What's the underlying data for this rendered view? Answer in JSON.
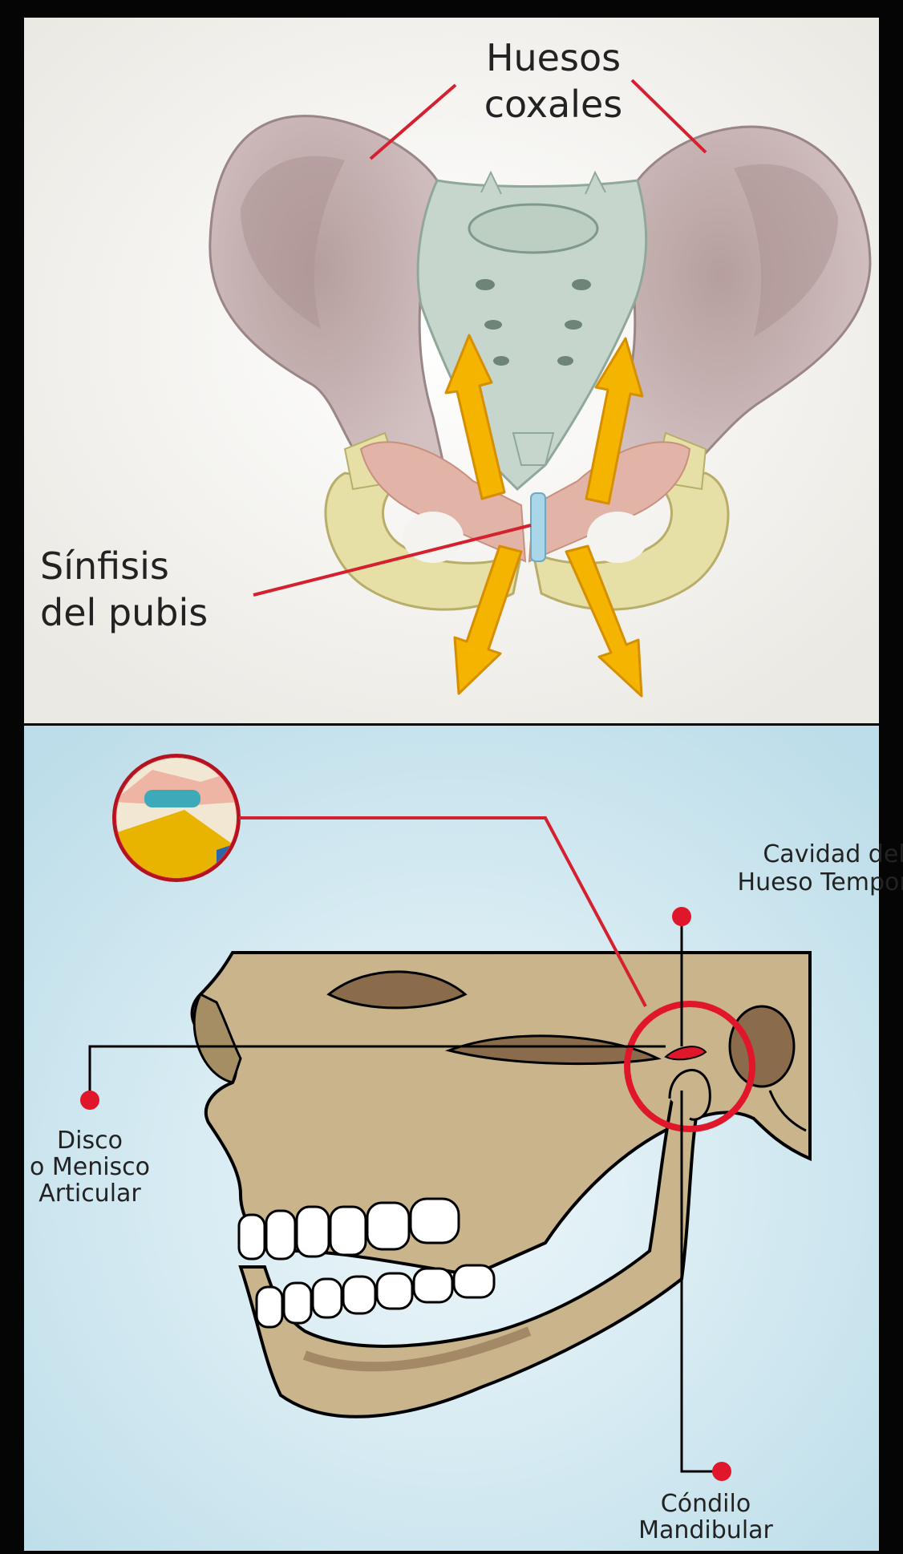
{
  "pelvis_panel": {
    "labels": {
      "hip_bones_line1": "Huesos",
      "hip_bones_line2": "coxales",
      "symphysis_line1": "Sínfisis",
      "symphysis_line2": "del pubis"
    }
  },
  "jaw_panel": {
    "labels": {
      "temporal_line1": "Cavidad del",
      "temporal_line2": "Hueso Temporal",
      "disc_line1": "Disco",
      "disc_line2": "o Menisco",
      "disc_line3": "Articular",
      "condyle_line1": "Cóndilo",
      "condyle_line2": "Mandibular"
    }
  },
  "colors": {
    "frame": "#050505",
    "pelvis_background": "#f3f2ee",
    "jaw_background": "#cde6ef",
    "hip_bone": "#c9b3b3",
    "sacrum": "#c6d6cc",
    "cartilage": "#e2b3a7",
    "pubic_bone": "#e6dfa6",
    "symphysis": "#a9d6e8",
    "arrow": "#f4b400",
    "leader_line": "#d4202f",
    "skull": "#c9b48c",
    "skull_shadow": "#8a6c4c",
    "marker": "#e0162b"
  }
}
